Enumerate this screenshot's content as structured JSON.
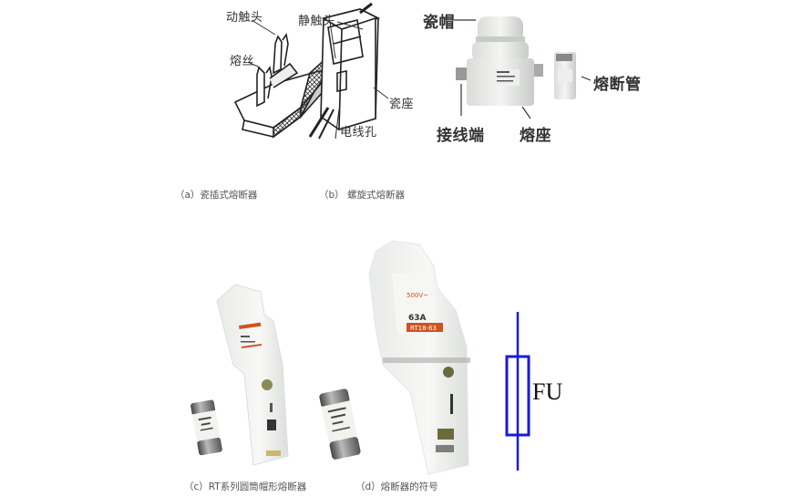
{
  "figure_a": {
    "caption": "（a）瓷插式熔断器",
    "labels": {
      "moving_contact": "动触头",
      "fuse_wire": "熔丝",
      "static_contact": "静触头",
      "porcelain_base": "瓷座",
      "wire_hole": "电线孔"
    }
  },
  "figure_b": {
    "caption": "（b） 螺旋式熔断器",
    "labels": {
      "porcelain_cap": "瓷帽",
      "fuse_tube": "熔断管",
      "terminal": "接线端",
      "fuse_base": "熔座"
    }
  },
  "figure_c": {
    "caption": "（c）RT系列圆筒帽形熔断器"
  },
  "figure_d": {
    "caption": "（d）熔断器的符号",
    "symbol_label": "FU",
    "rating_text": "63A",
    "model_text": "RT18-63",
    "voltage_text": "500V~"
  },
  "colors": {
    "symbol_blue": "#1a1adc",
    "label_stripe": "#d0531f"
  }
}
